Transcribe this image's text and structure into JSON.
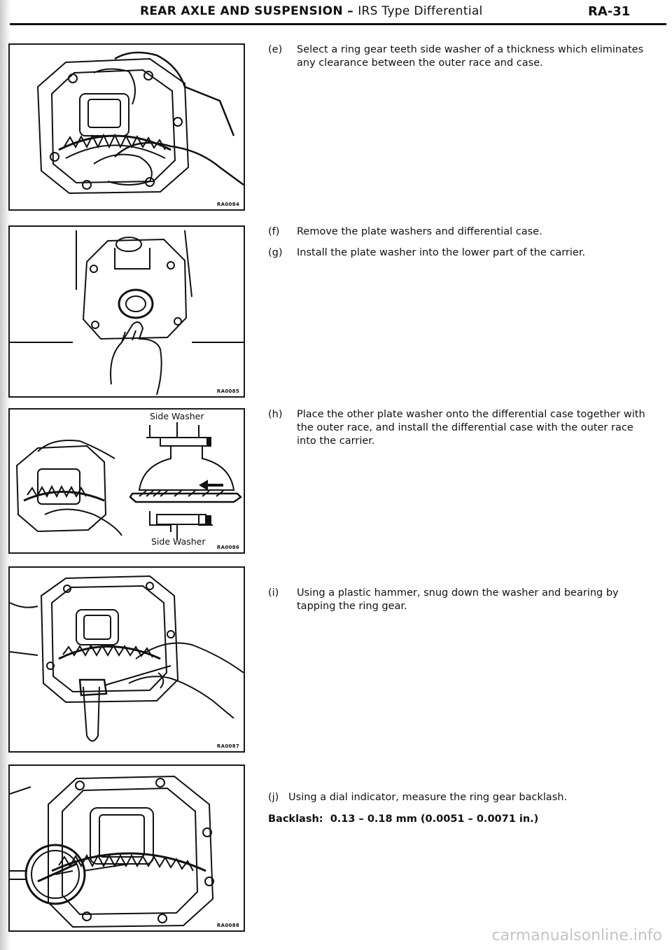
{
  "header": {
    "title_bold": "REAR AXLE AND SUSPENSION – ",
    "title_rest": "IRS Type Differential",
    "page": "RA-31"
  },
  "figures": [
    {
      "code": "RA0084"
    },
    {
      "code": "RA0085"
    },
    {
      "code": "RA0086",
      "label_top": "Side Washer",
      "label_bottom": "Side Washer"
    },
    {
      "code": "RA0087"
    },
    {
      "code": "RA0088"
    }
  ],
  "steps": [
    {
      "label": "(e)",
      "text": "Select a ring gear teeth side washer of a thickness which eliminates any clearance between the outer race and case."
    },
    {
      "label": "(f)",
      "text": "Remove the plate washers and differential case."
    },
    {
      "label": "(g)",
      "text": "Install the plate washer into the lower part of the carrier."
    },
    {
      "label": "(h)",
      "text": "Place the other plate washer onto the differential case together with the outer race, and install the dif­ferential case with the outer race into the carrier."
    },
    {
      "label": "(i)",
      "text": "Using a plastic hammer, snug down the washer and bearing by tapping the ring gear."
    },
    {
      "label": "(j)",
      "text": "Using a dial indicator, measure the ring gear backlash."
    }
  ],
  "spec": {
    "label": "Backlash:",
    "value": "0.13 – 0.18 mm (0.0051 – 0.0071 in.)"
  },
  "watermark": "carmanualsonline.info"
}
